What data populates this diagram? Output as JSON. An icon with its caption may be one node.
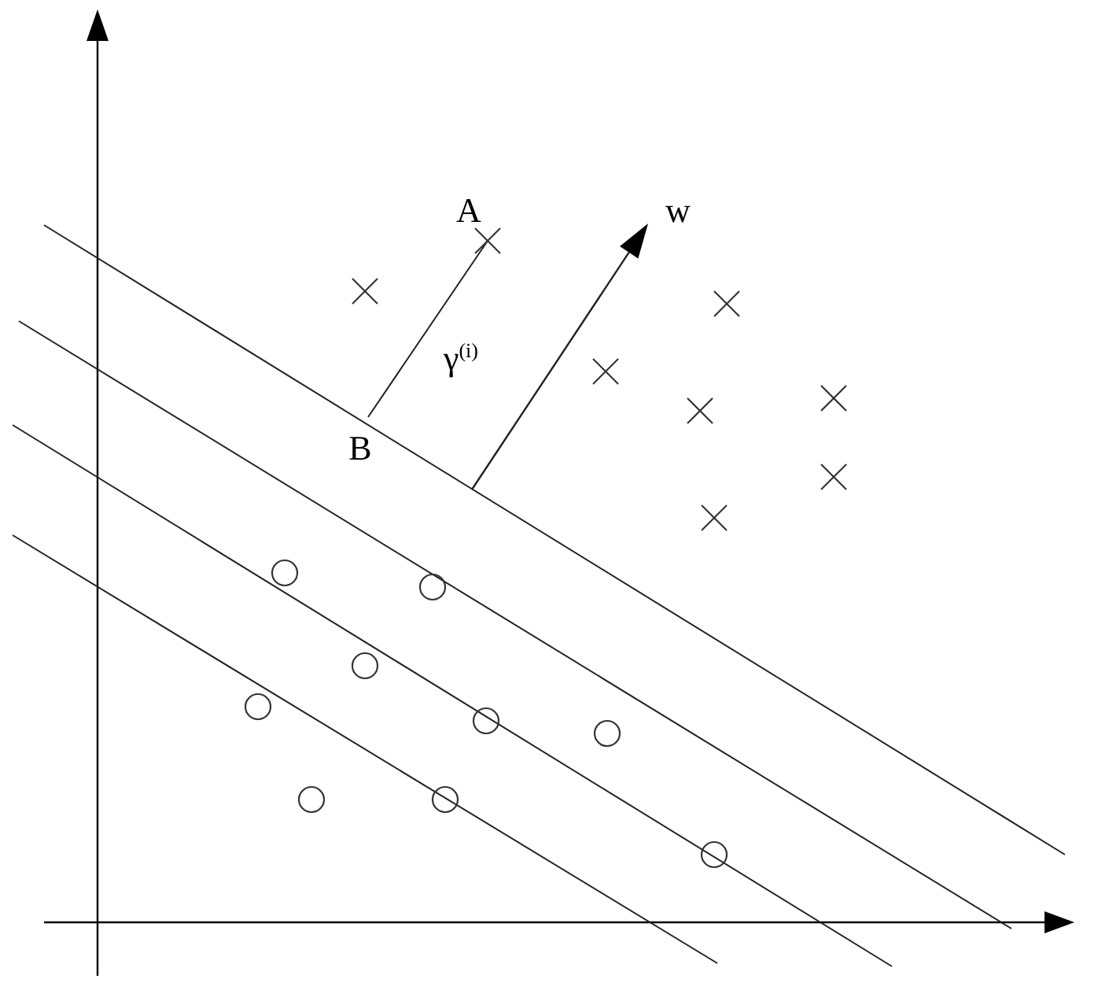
{
  "diagram": {
    "labels": [
      "A",
      "w",
      "γ$^{(i)}$",
      "B"
    ]
  }
}
